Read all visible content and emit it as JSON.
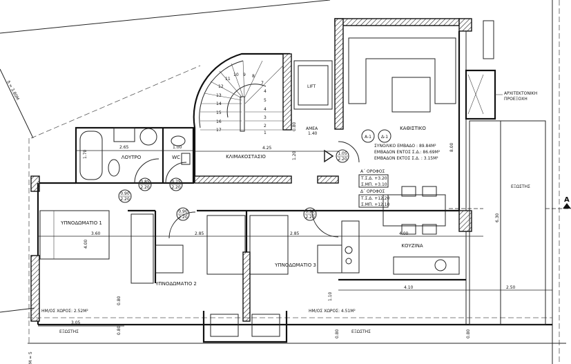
{
  "title_block": {
    "apartment_codes": [
      "A-1",
      "Δ-1"
    ],
    "total_area": "ΣΥΝΟΛΙΚΟ ΕΜΒΑΔΟ : 89.84M²",
    "area_inside": "ΕΜΒΑΔΟΝ ΕΝΤΟΣ Σ.Δ.: 86.69M²",
    "area_outside": "ΕΜΒΑΔΟΝ ΕΚΤΟΣ Σ.Δ. : 3.15M²"
  },
  "levels": [
    {
      "floor": "Α΄ ΟΡΟΦΟΣ",
      "tsd": "Τ.Σ.Δ. +3.20",
      "smp": "Σ.ΜΠ. +3.10"
    },
    {
      "floor": "Δ΄ ΟΡΟΦΟΣ",
      "tsd": "Τ.Σ.Δ. +12.20",
      "smp": "Σ.ΜΠ. +12.10"
    }
  ],
  "rooms": {
    "living": "ΚΑΘΙΣΤΙΚΟ",
    "bath": "ΛΟΥΤΡΟ",
    "wc": "WC",
    "stair": "ΚΛΙΜΑΚΟΣΤΑΣΙΟ",
    "lift": "LIFT",
    "amea": "ΑΜΕΑ",
    "amea_dim": "1.40",
    "bed1": "ΥΠΝΟΔΩΜΑΤΙΟ 1",
    "bed2": "ΥΠΝΟΔΩΜΑΤΙΟ 2",
    "bed3": "ΥΠΝΟΔΩΜΑΤΙΟ 3",
    "kitchen": "ΚΟΥΖΙΝΑ",
    "balcony": "ΕΞΩΣΤΗΣ",
    "semi_open_1": "ΗΜ/ΟΣ ΧΩΡΟΣ: 2.52M²",
    "semi_open_2": "ΗΜ/ΟΣ ΧΩΡΟΣ: 4.51M²",
    "arch_projection": [
      "ΑΡΧΙΤΕΚΤΟΝΙΚΗ",
      "ΠΡΟΕΞΟΧΗ"
    ]
  },
  "doors": [
    {
      "w": "0.85",
      "h": "2.20"
    },
    {
      "w": "0.75",
      "h": "2.20"
    },
    {
      "w": "0.90",
      "h": "2.20"
    },
    {
      "w": "0.90",
      "h": "2.20"
    },
    {
      "w": "0.90",
      "h": "2.20"
    },
    {
      "w": "1.05",
      "h": "2.20"
    }
  ],
  "dimensions": {
    "bath_w": "2.65",
    "bath_h": "1.70",
    "wc_w": "1.00",
    "stair_w": "4.25",
    "stair_h": "1.20",
    "amea_h": "0.80",
    "living_h": "8.00",
    "bed1_w": "3.60",
    "bed1_h": "4.00",
    "bed2_w": "2.85",
    "bed3_w": "2.85",
    "kitchen_w": "4.00",
    "balcony_h": "6.30",
    "kitchen_w2": "4.10",
    "balcony_w": "2.50",
    "balcony1_w": "3.05",
    "v1": "0.80",
    "v2": "0.80",
    "v3": "0.80",
    "v4": "1.10",
    "v5": "0.80"
  },
  "stair_steps": [
    "17",
    "16",
    "15",
    "14",
    "13",
    "12",
    "11",
    "10",
    "9",
    "8",
    "7",
    "4",
    "5",
    "4",
    "3",
    "2",
    "1"
  ],
  "section_marker": "A",
  "setback": "δ = 3.80M",
  "scale_note": "M = 5"
}
